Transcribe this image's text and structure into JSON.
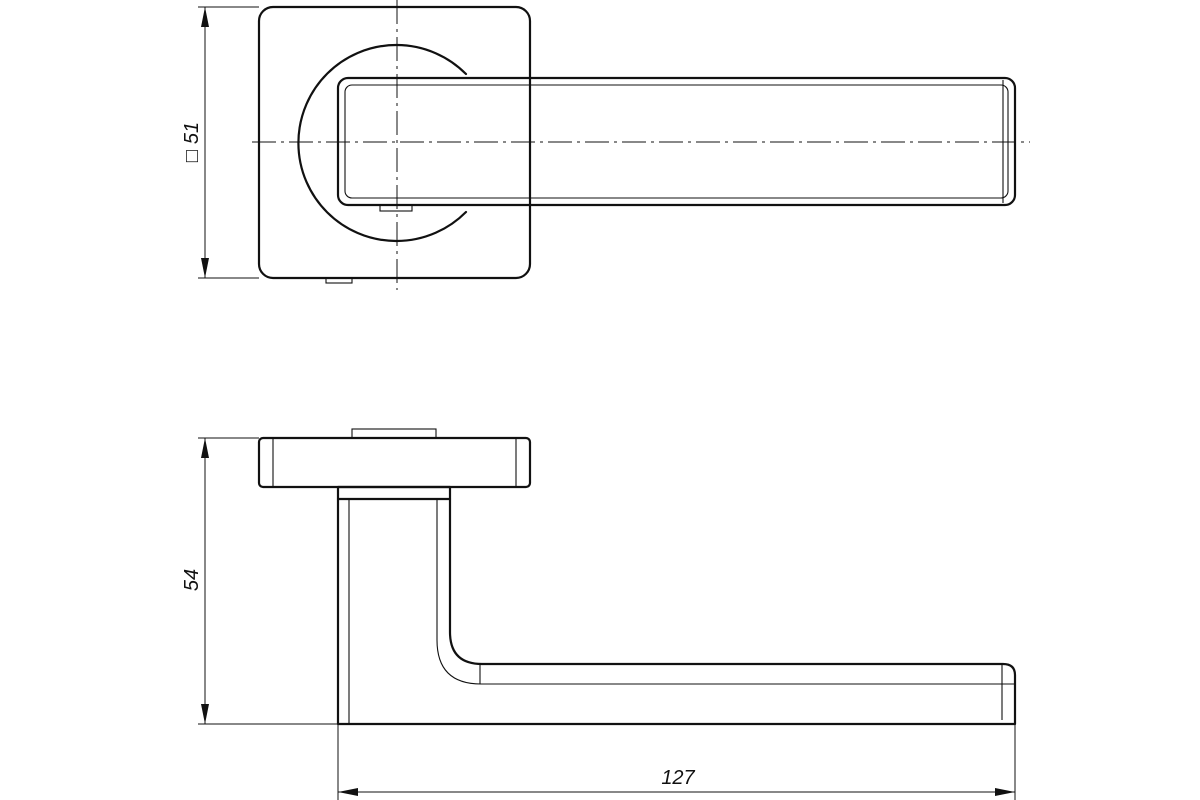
{
  "dimensions": {
    "rose_size": {
      "symbol": "□",
      "value": "51"
    },
    "height": {
      "value": "54"
    },
    "length": {
      "value": "127"
    }
  }
}
